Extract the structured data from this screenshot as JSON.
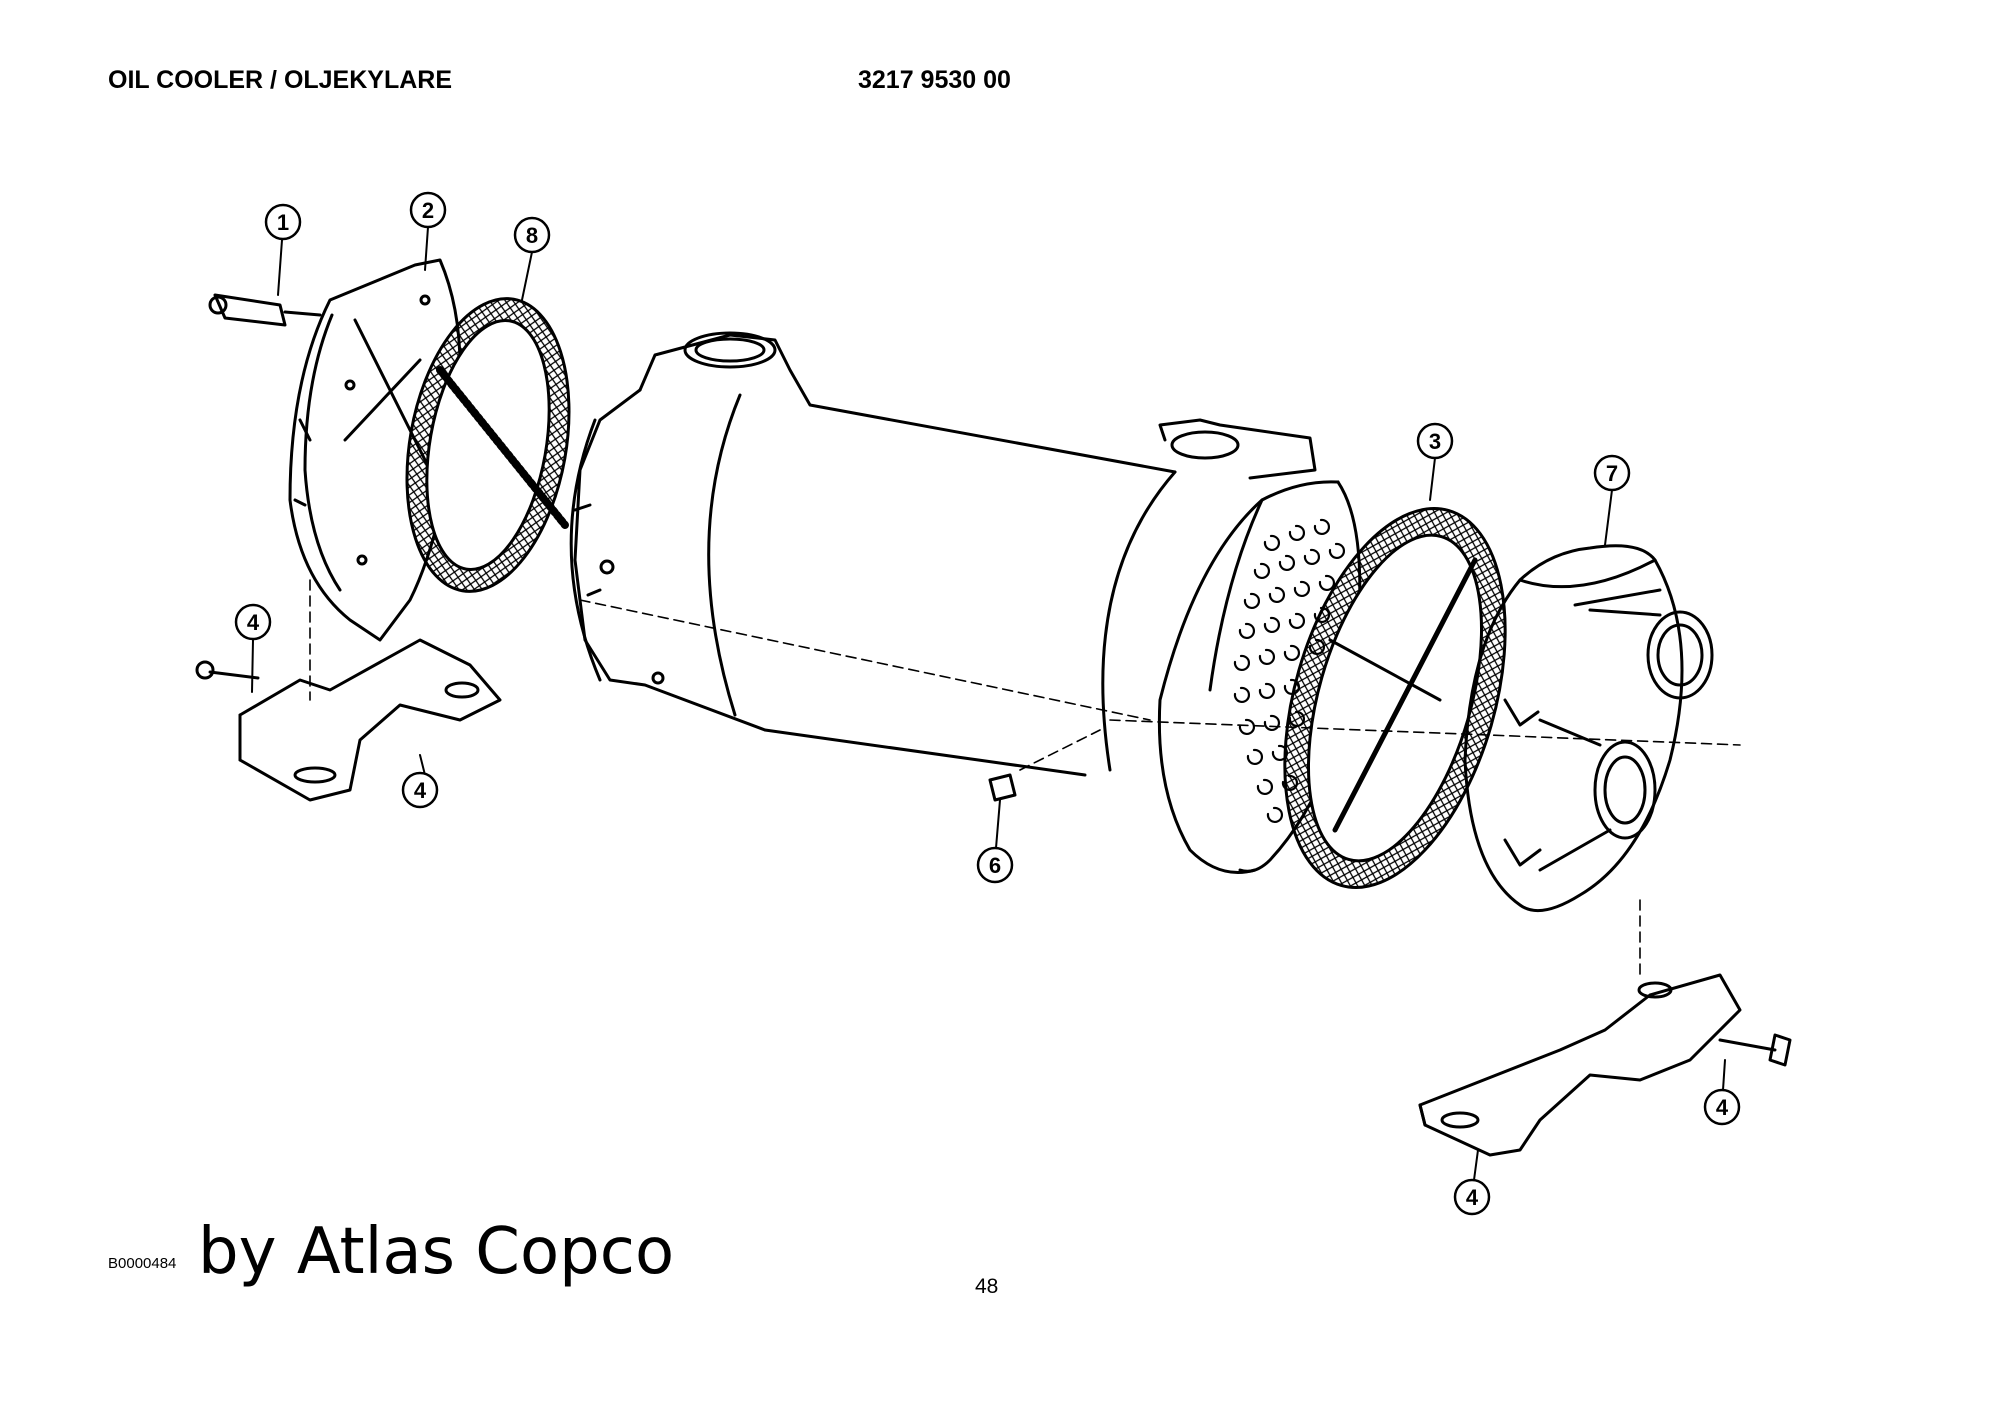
{
  "header": {
    "title": "OIL COOLER / OLJEKYLARE",
    "part_number": "3217 9530 00"
  },
  "footer": {
    "drawing_ref": "B0000484",
    "brand_text": "by Atlas Copco",
    "page_number": "48"
  },
  "callouts": [
    {
      "id": "c1",
      "label": "1"
    },
    {
      "id": "c2",
      "label": "2"
    },
    {
      "id": "c8",
      "label": "8"
    },
    {
      "id": "c3",
      "label": "3"
    },
    {
      "id": "c7",
      "label": "7"
    },
    {
      "id": "c4a",
      "label": "4"
    },
    {
      "id": "c4b",
      "label": "4"
    },
    {
      "id": "c6",
      "label": "6"
    },
    {
      "id": "c4c",
      "label": "4"
    },
    {
      "id": "c4d",
      "label": "4"
    }
  ]
}
